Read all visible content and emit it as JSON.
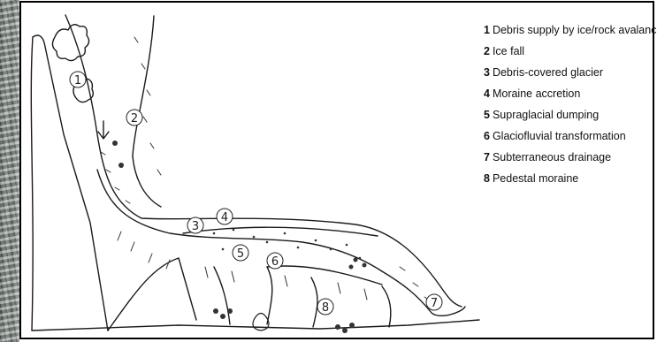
{
  "legend": {
    "items": [
      {
        "num": "1",
        "text": "Debris supply by ice/rock avalanches"
      },
      {
        "num": "2",
        "text": "Ice fall"
      },
      {
        "num": "3",
        "text": "Debris-covered glacier"
      },
      {
        "num": "4",
        "text": "Moraine accretion"
      },
      {
        "num": "5",
        "text": "Supraglacial dumping"
      },
      {
        "num": "6",
        "text": "Glaciofluvial transformation"
      },
      {
        "num": "7",
        "text": "Subterraneous drainage"
      },
      {
        "num": "8",
        "text": "Pedestal moraine"
      }
    ]
  },
  "markers": [
    "1",
    "2",
    "3",
    "4",
    "5",
    "6",
    "7",
    "8"
  ]
}
